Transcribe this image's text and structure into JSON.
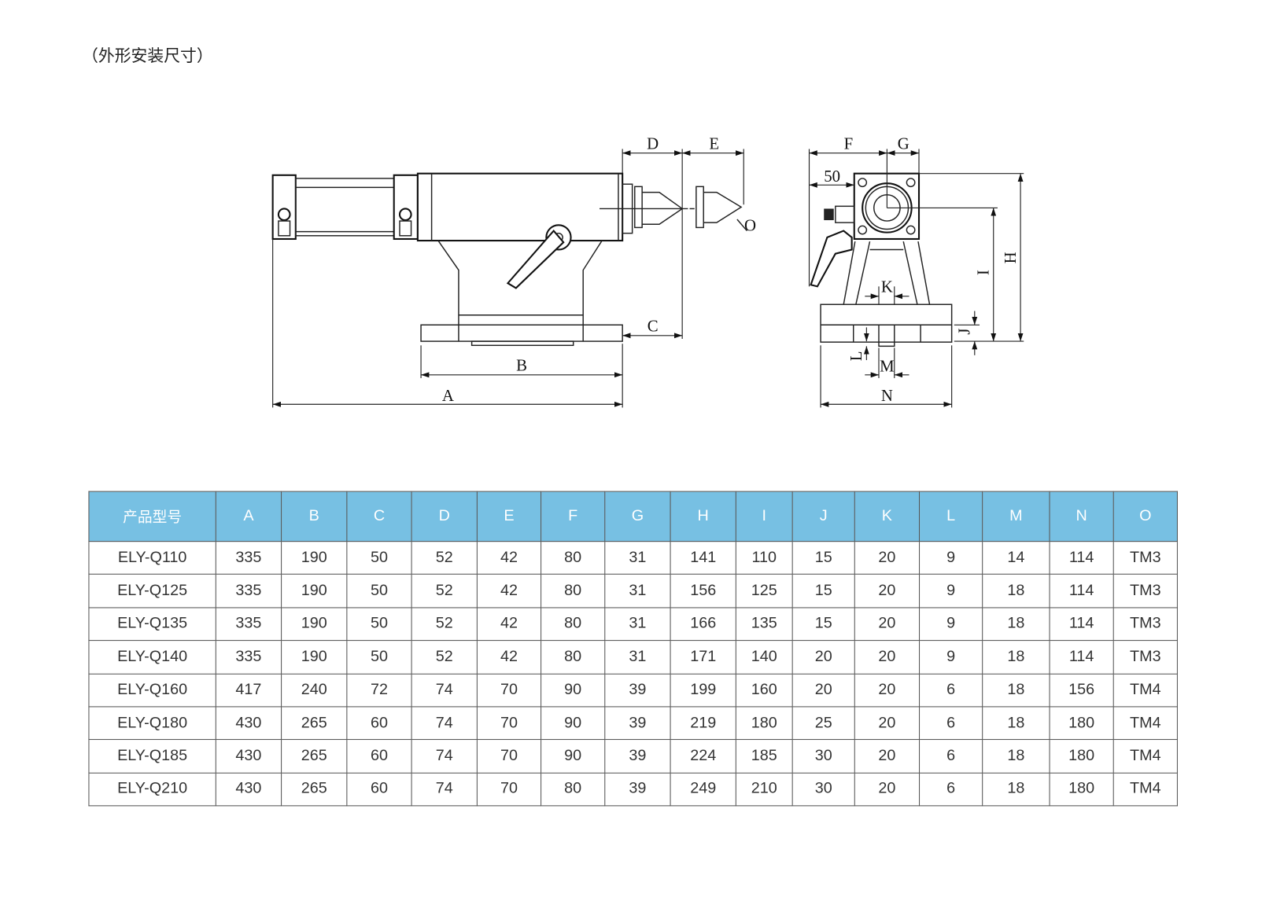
{
  "title": "（外形安装尺寸）",
  "drawing": {
    "front_labels": {
      "A": "A",
      "B": "B",
      "C": "C",
      "D": "D",
      "E": "E",
      "O": "O"
    },
    "side_labels": {
      "F": "F",
      "G": "G",
      "fifty": "50",
      "H": "H",
      "I": "I",
      "J": "J",
      "K": "K",
      "L": "L",
      "M": "M",
      "N": "N"
    }
  },
  "table": {
    "headers": [
      "产品型号",
      "A",
      "B",
      "C",
      "D",
      "E",
      "F",
      "G",
      "H",
      "I",
      "J",
      "K",
      "L",
      "M",
      "N",
      "O"
    ],
    "rows": [
      [
        "ELY-Q110",
        "335",
        "190",
        "50",
        "52",
        "42",
        "80",
        "31",
        "141",
        "110",
        "15",
        "20",
        "9",
        "14",
        "114",
        "TM3"
      ],
      [
        "ELY-Q125",
        "335",
        "190",
        "50",
        "52",
        "42",
        "80",
        "31",
        "156",
        "125",
        "15",
        "20",
        "9",
        "18",
        "114",
        "TM3"
      ],
      [
        "ELY-Q135",
        "335",
        "190",
        "50",
        "52",
        "42",
        "80",
        "31",
        "166",
        "135",
        "15",
        "20",
        "9",
        "18",
        "114",
        "TM3"
      ],
      [
        "ELY-Q140",
        "335",
        "190",
        "50",
        "52",
        "42",
        "80",
        "31",
        "171",
        "140",
        "20",
        "20",
        "9",
        "18",
        "114",
        "TM3"
      ],
      [
        "ELY-Q160",
        "417",
        "240",
        "72",
        "74",
        "70",
        "90",
        "39",
        "199",
        "160",
        "20",
        "20",
        "6",
        "18",
        "156",
        "TM4"
      ],
      [
        "ELY-Q180",
        "430",
        "265",
        "60",
        "74",
        "70",
        "90",
        "39",
        "219",
        "180",
        "25",
        "20",
        "6",
        "18",
        "180",
        "TM4"
      ],
      [
        "ELY-Q185",
        "430",
        "265",
        "60",
        "74",
        "70",
        "90",
        "39",
        "224",
        "185",
        "30",
        "20",
        "6",
        "18",
        "180",
        "TM4"
      ],
      [
        "ELY-Q210",
        "430",
        "265",
        "60",
        "74",
        "70",
        "80",
        "39",
        "249",
        "210",
        "30",
        "20",
        "6",
        "18",
        "180",
        "TM4"
      ]
    ]
  },
  "colors": {
    "header_bg": "#77c0e3",
    "border": "#555555"
  }
}
